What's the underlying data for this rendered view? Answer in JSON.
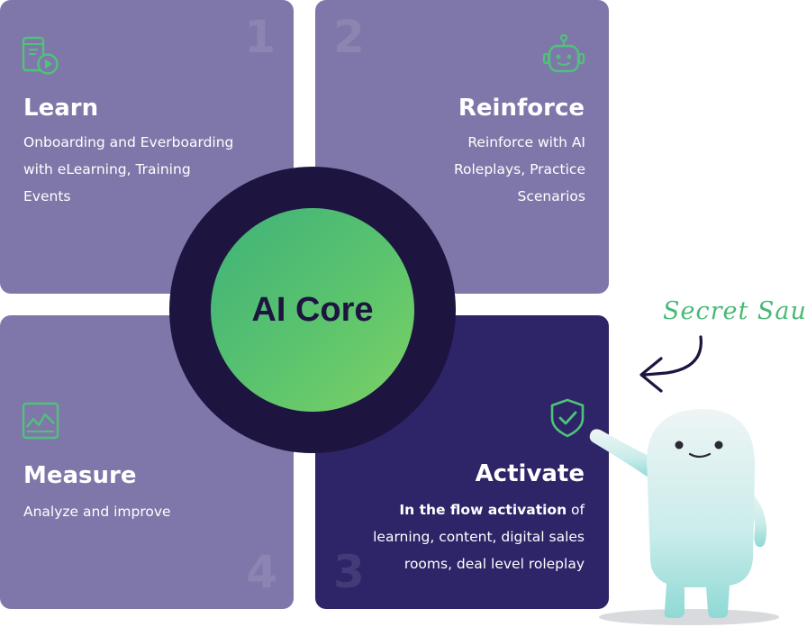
{
  "cards": {
    "learn": {
      "number": "1",
      "title": "Learn",
      "lines": [
        "Onboarding and Everboarding",
        "with eLearning, Training",
        "Events"
      ]
    },
    "reinforce": {
      "number": "2",
      "title": "Reinforce",
      "lines": [
        "Reinforce with AI",
        "Roleplays, Practice",
        "Scenarios"
      ]
    },
    "measure": {
      "number": "4",
      "title": "Measure",
      "lines": [
        "Analyze and improve"
      ]
    },
    "activate": {
      "number": "3",
      "title": "Activate",
      "bold_lead": "In the flow activation",
      "line1_rest": " of",
      "lines": [
        "learning, content, digital sales",
        "rooms, deal level roleplay"
      ]
    }
  },
  "core": {
    "label": "AI Core"
  },
  "callout": {
    "text": "Secret Sauce"
  },
  "icons": {
    "learn": "mobile-video-icon",
    "reinforce": "robot-icon",
    "measure": "chart-icon",
    "activate": "shield-check-icon"
  },
  "colors": {
    "card_light": "#7f77a9",
    "card_dark": "#2e2468",
    "ring": "#1d1540",
    "accent_green": "#49b976"
  }
}
